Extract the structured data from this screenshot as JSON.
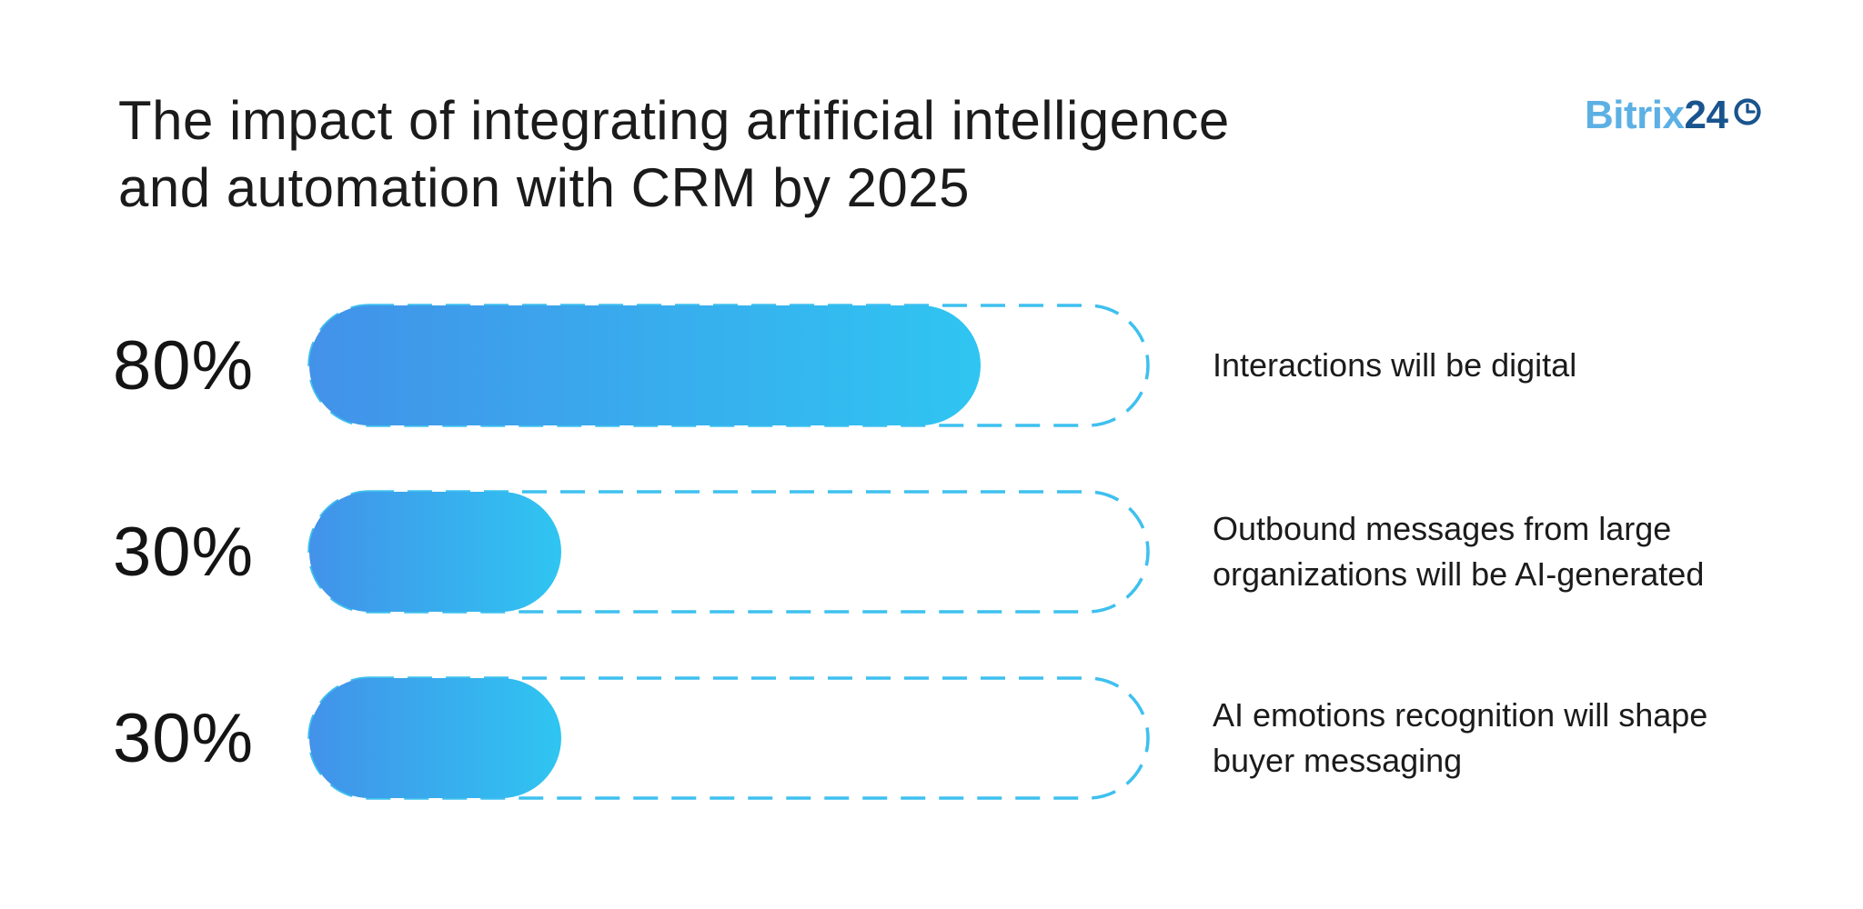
{
  "header": {
    "title_line1": "The impact of integrating artificial intelligence",
    "title_line2": "and automation with CRM by 2025",
    "logo": {
      "text_primary": "Bitrix",
      "text_secondary": "24",
      "icon": "clock-icon",
      "color_primary": "#5cb0e4",
      "color_secondary": "#19548e"
    }
  },
  "chart_data": {
    "type": "bar",
    "orientation": "horizontal",
    "title": "The impact of integrating artificial intelligence and automation with CRM by 2025",
    "categories": [
      "Interactions will be digital",
      "Outbound messages from large organizations will be AI-generated",
      "AI emotions recognition will shape buyer messaging"
    ],
    "values": [
      80,
      30,
      30
    ],
    "value_labels": [
      "80%",
      "30%",
      "30%"
    ],
    "xlim": [
      0,
      100
    ],
    "grid": false,
    "legend": false,
    "track_style": "dashed-pill-outline",
    "colors": {
      "bar_gradient_start": "#4292e9",
      "bar_gradient_end": "#2fc5f1",
      "track_dash": "#3ec0ef",
      "text": "#1b1b1b"
    }
  }
}
